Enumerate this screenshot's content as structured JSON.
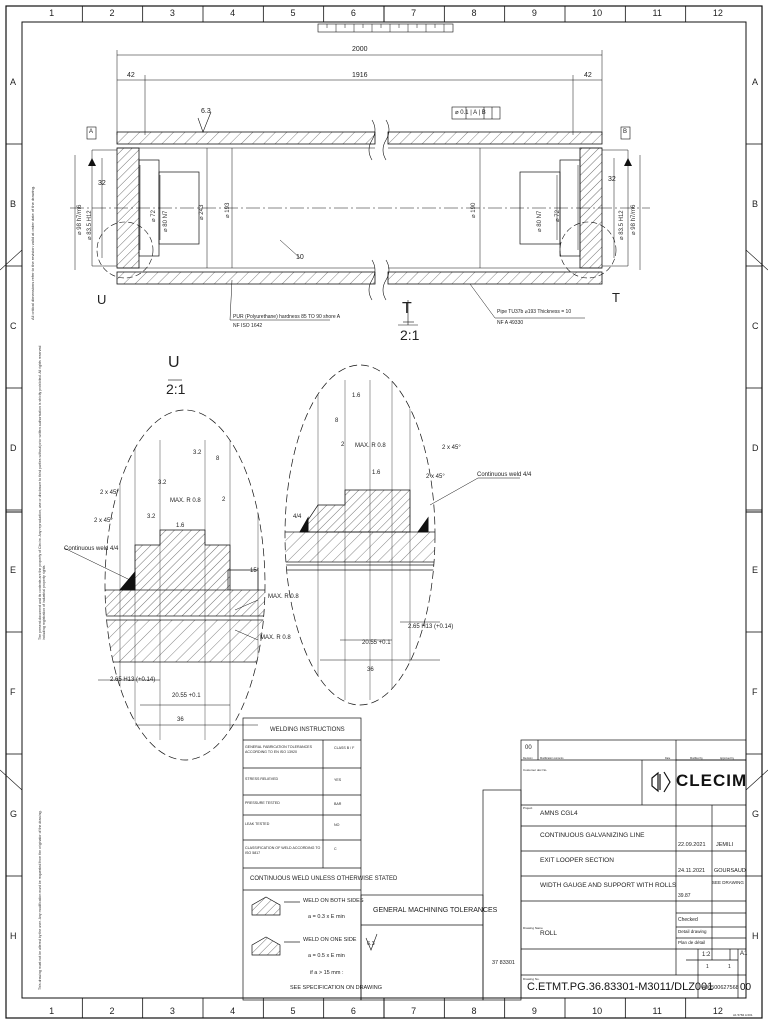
{
  "grid": {
    "columns": [
      "1",
      "2",
      "3",
      "4",
      "5",
      "6",
      "7",
      "8",
      "9",
      "10",
      "11",
      "12"
    ],
    "rows": [
      "A",
      "B",
      "C",
      "D",
      "E",
      "F",
      "G",
      "H"
    ]
  },
  "dimensions": {
    "overall": "2000",
    "inner": "1916",
    "end_left": "42",
    "end_right": "42",
    "roughness_top": "6.3",
    "diam_left_outer": "⌀ 98 h7/m6",
    "diam_left_bore": "⌀ 83.5 H12",
    "diam_left_72": "⌀ 72",
    "diam_left_80": "⌀ 80 N7",
    "diam_243": "⌀ 243",
    "diam_193": "⌀ 193",
    "diam_190": "⌀ 190",
    "diam_right_80": "⌀ 80 N7",
    "diam_right_72": "⌀ 72",
    "diam_right_bore": "⌀ 83.5 H12",
    "diam_right_outer": "⌀ 98 h7/m6",
    "width_32_left": "32",
    "width_32_right": "32",
    "thickness_10": "10",
    "datum_a": "A",
    "datum_b": "B",
    "runout_frame": "⌀ 0.1 | A | B"
  },
  "notes": {
    "pur": "PUR (Polyurethane) hardness 85 TO 90 shore A",
    "pur_ref": "NF ISO 1642",
    "pipe": "Pipe TU37b ⌀193 Thickness = 10",
    "pipe_ref": "NF A 49330",
    "section_u": "U",
    "section_t": "T"
  },
  "detail_u": {
    "label": "U",
    "scale": "2:1",
    "chamfer1": "2 x 45°",
    "chamfer2": "2 x 45°",
    "weld": "Continuous weld 4/4",
    "dim_8": "8",
    "dim_2": "2",
    "r32a": "3.2",
    "r32b": "3.2",
    "r32c": "3.2",
    "r16": "1.6",
    "rmax1": "MAX. R 0.8",
    "rmax2": "MAX. R 0.8",
    "rmax3": "MAX. R 0.8",
    "dim_265": "2.65 H13 (+0.14)",
    "dim_2055": "20.55 +0.1",
    "dim_36": "36",
    "angle15": "15°"
  },
  "detail_t": {
    "label": "T",
    "scale": "2:1",
    "r16a": "1.6",
    "r16b": "1.6",
    "dim_8": "8",
    "dim_2": "2",
    "rmax": "MAX. R 0.8",
    "chamfer1": "2 x 45°",
    "chamfer2": "2 x 45°",
    "weld": "Continuous weld 4/4",
    "weld_sym": "4/4",
    "dim_2055": "20.55 +0.1",
    "dim_265": "2.65 H13 (+0.14)",
    "dim_36": "36"
  },
  "welding": {
    "title": "WELDING INSTRUCTIONS",
    "rows": [
      {
        "label": "GENERAL FABRICATION TOLERANCES ACCORDING TO EN ISO 13920",
        "value": "CLASS B / F"
      },
      {
        "label": "STRESS RELIEVED",
        "value": "YES"
      },
      {
        "label": "PRESSURE TESTED",
        "value": "BAR"
      },
      {
        "label": "LEAK TESTED",
        "value": "NO"
      },
      {
        "label": "CLASSIFICATION OF WELD ACCORDING TO ISO 5817",
        "value": "C"
      }
    ],
    "continuous": "CONTINUOUS WELD  UNLESS OTHERWISE STATED",
    "both_sides": "WELD ON BOTH SIDES",
    "both_formula": "a = 0.3 x E min",
    "one_side": "WELD ON ONE SIDE",
    "one_formula": "a = 0.5 x E min",
    "if_range": "if a > 15 mm :",
    "see_spec": "SEE SPECIFICATION ON DRAWING"
  },
  "machining": {
    "title": "GENERAL MACHINING TOLERANCES",
    "roughness": "6.3",
    "code": "37 83301"
  },
  "titleblock": {
    "revision": "00",
    "rev_head": [
      "Revision",
      "Modification contents",
      "Date",
      "Modified by",
      "Approved by"
    ],
    "customer_label": "Customer doc No.",
    "company": "CLECIM",
    "project_label": "Project",
    "project": "AMNS CGL4",
    "line": "CONTINUOUS GALVANIZING LINE",
    "section": "EXIT LOOPER SECTION",
    "description": "WIDTH GAUGE AND SUPPORT WITH ROLLS",
    "drawing_name_label": "Drawing Name",
    "drawing_name": "ROLL",
    "design_date": "22.09.2021",
    "designer": "JEMILI",
    "check_date": "24.11.2021",
    "checker": "GOURSAUD",
    "see_drawing": "SEE DRAWING",
    "weight": "39.87",
    "status": "Checked",
    "type_en": "Detail drawing",
    "type_fr": "Plan de détail",
    "scale": "1:2",
    "format": "A1",
    "sheet": "1",
    "sheets": "1",
    "drawing_no_label": "Drawing No.",
    "drawing_no": "C.ETMT.PG.36.83301-M3011/DLZ001",
    "doc_no": "400500627568",
    "rev_no": "00"
  },
  "side_text": {
    "top": "All critical dimensions refer to the revision valid at order date of the drawing.",
    "mid": "The present document and its contents are the property of Clecim. Any reproduction, use or disclosure to third parties without prior written authorisation is strictly prohibited. All rights reserved including registration of industrial property rights.",
    "bottom": "This drawing must not be altered by the user. Any modification must be requested from the originator of the drawing."
  },
  "corner_code": "A1 5784 A 001"
}
